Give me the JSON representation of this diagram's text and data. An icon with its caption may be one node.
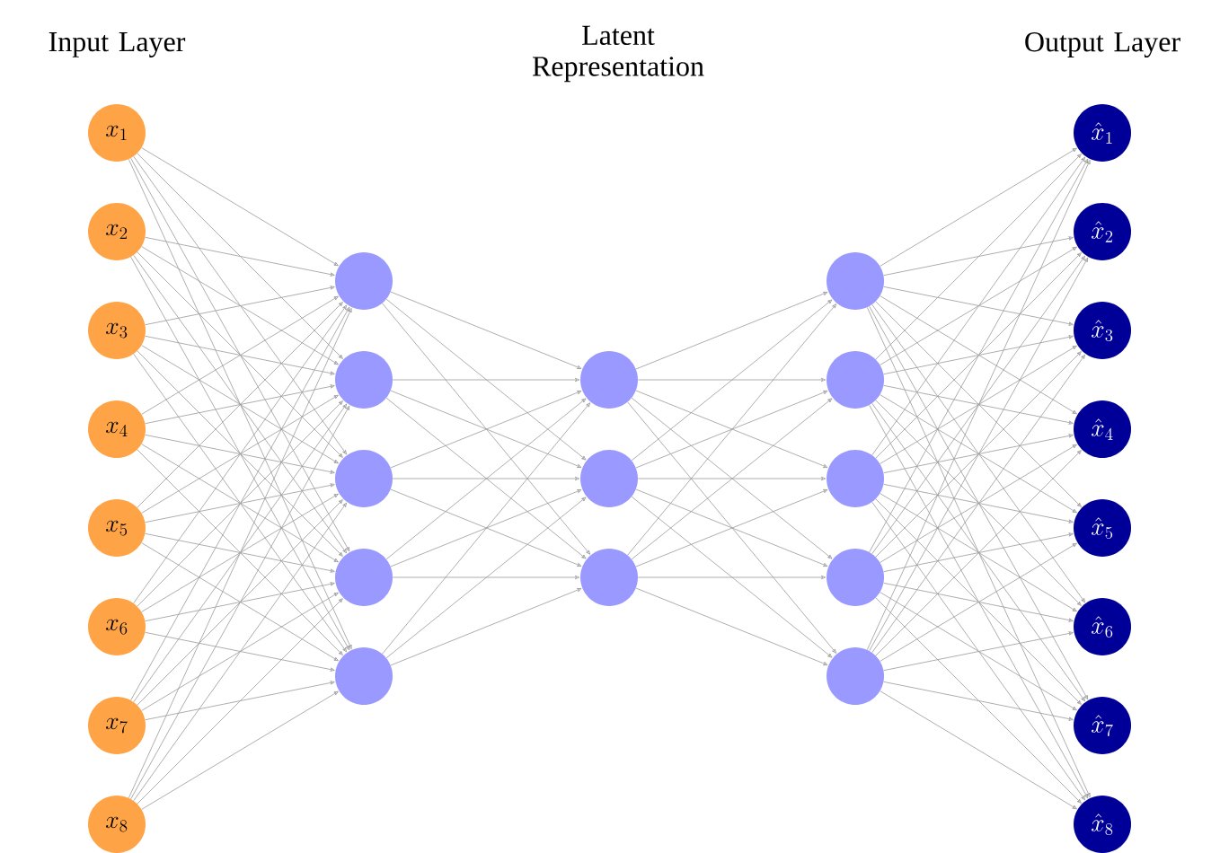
{
  "diagram": {
    "nodes": [
      {
        "text": [
          "x_{1}"
        ]
      },
      {
        "text": [
          "x_{2}"
        ]
      },
      {
        "text": [
          "x_{3}"
        ]
      },
      {
        "text": [
          "x_{4}"
        ]
      },
      {
        "text": [
          "x_{5}"
        ]
      },
      {
        "text": [
          "x_{6}"
        ]
      },
      {
        "text": [
          "x_{7}"
        ]
      },
      {
        "text": [
          "x_{8}"
        ]
      },
      {
        "text": [],
        "shape": "circle"
      },
      {
        "text": [],
        "shape": "circle"
      },
      {
        "text": [],
        "shape": "circle"
      },
      {
        "text": [],
        "shape": "circle"
      },
      {
        "text": [],
        "shape": "circle"
      },
      {
        "text": [],
        "shape": "circle"
      },
      {
        "text": [],
        "shape": "circle"
      },
      {
        "text": [],
        "shape": "circle"
      },
      {
        "text": [],
        "shape": "circle"
      },
      {
        "text": [],
        "shape": "circle"
      },
      {
        "text": [],
        "shape": "circle"
      },
      {
        "text": [],
        "shape": "circle"
      },
      {
        "text": [],
        "shape": "circle"
      },
      {
        "text": [
          "\\hat{x}_{1}"
        ]
      },
      {
        "text": [
          "\\hat{x}_{2}"
        ]
      },
      {
        "text": [
          "\\hat{x}_{3}"
        ]
      },
      {
        "text": [
          "\\hat{x}_{4}"
        ]
      },
      {
        "text": [
          "\\hat{x}_{5}"
        ]
      },
      {
        "text": [
          "\\hat{x}_{6}"
        ]
      },
      {
        "text": [
          "\\hat{x}_{7}"
        ]
      },
      {
        "text": [
          "\\hat{x}_{8}"
        ]
      }
    ],
    "edges": [
      {
        "from": 0,
        "to": 8,
        "arrow": "to"
      },
      {
        "from": 0,
        "to": 9,
        "arrow": "to"
      },
      {
        "from": 0,
        "to": 10,
        "arrow": "to"
      },
      {
        "from": 0,
        "to": 11,
        "arrow": "to"
      },
      {
        "from": 0,
        "to": 12,
        "arrow": "to"
      },
      {
        "from": 1,
        "to": 8,
        "arrow": "to"
      },
      {
        "from": 1,
        "to": 9,
        "arrow": "to"
      },
      {
        "from": 1,
        "to": 10,
        "arrow": "to"
      },
      {
        "from": 1,
        "to": 11,
        "arrow": "to"
      },
      {
        "from": 1,
        "to": 12,
        "arrow": "to"
      },
      {
        "from": 2,
        "to": 8,
        "arrow": "to"
      },
      {
        "from": 2,
        "to": 9,
        "arrow": "to"
      },
      {
        "from": 2,
        "to": 10,
        "arrow": "to"
      },
      {
        "from": 2,
        "to": 11,
        "arrow": "to"
      },
      {
        "from": 2,
        "to": 12,
        "arrow": "to"
      },
      {
        "from": 3,
        "to": 8,
        "arrow": "to"
      },
      {
        "from": 3,
        "to": 9,
        "arrow": "to"
      },
      {
        "from": 3,
        "to": 10,
        "arrow": "to"
      },
      {
        "from": 3,
        "to": 11,
        "arrow": "to"
      },
      {
        "from": 3,
        "to": 12,
        "arrow": "to"
      },
      {
        "from": 4,
        "to": 8,
        "arrow": "to"
      },
      {
        "from": 4,
        "to": 9,
        "arrow": "to"
      },
      {
        "from": 4,
        "to": 10,
        "arrow": "to"
      },
      {
        "from": 4,
        "to": 11,
        "arrow": "to"
      },
      {
        "from": 4,
        "to": 12,
        "arrow": "to"
      },
      {
        "from": 5,
        "to": 8,
        "arrow": "to"
      },
      {
        "from": 5,
        "to": 9,
        "arrow": "to"
      },
      {
        "from": 5,
        "to": 10,
        "arrow": "to"
      },
      {
        "from": 5,
        "to": 11,
        "arrow": "to"
      },
      {
        "from": 5,
        "to": 12,
        "arrow": "to"
      },
      {
        "from": 6,
        "to": 8,
        "arrow": "to"
      },
      {
        "from": 6,
        "to": 9,
        "arrow": "to"
      },
      {
        "from": 6,
        "to": 10,
        "arrow": "to"
      },
      {
        "from": 6,
        "to": 11,
        "arrow": "to"
      },
      {
        "from": 6,
        "to": 12,
        "arrow": "to"
      },
      {
        "from": 7,
        "to": 8,
        "arrow": "to"
      },
      {
        "from": 7,
        "to": 9,
        "arrow": "to"
      },
      {
        "from": 7,
        "to": 10,
        "arrow": "to"
      },
      {
        "from": 7,
        "to": 11,
        "arrow": "to"
      },
      {
        "from": 7,
        "to": 12,
        "arrow": "to"
      },
      {
        "from": 8,
        "to": 13,
        "arrow": "to"
      },
      {
        "from": 8,
        "to": 14,
        "arrow": "to"
      },
      {
        "from": 8,
        "to": 15,
        "arrow": "to"
      },
      {
        "from": 9,
        "to": 13,
        "arrow": "to"
      },
      {
        "from": 9,
        "to": 14,
        "arrow": "to"
      },
      {
        "from": 9,
        "to": 15,
        "arrow": "to"
      },
      {
        "from": 10,
        "to": 13,
        "arrow": "to"
      },
      {
        "from": 10,
        "to": 14,
        "arrow": "to"
      },
      {
        "from": 10,
        "to": 15,
        "arrow": "to"
      },
      {
        "from": 11,
        "to": 13,
        "arrow": "to"
      },
      {
        "from": 11,
        "to": 14,
        "arrow": "to"
      },
      {
        "from": 11,
        "to": 15,
        "arrow": "to"
      },
      {
        "from": 12,
        "to": 13,
        "arrow": "to"
      },
      {
        "from": 12,
        "to": 14,
        "arrow": "to"
      },
      {
        "from": 12,
        "to": 15,
        "arrow": "to"
      },
      {
        "from": 13,
        "to": 16,
        "arrow": "to"
      },
      {
        "from": 13,
        "to": 17,
        "arrow": "to"
      },
      {
        "from": 13,
        "to": 18,
        "arrow": "to"
      },
      {
        "from": 13,
        "to": 19,
        "arrow": "to"
      },
      {
        "from": 13,
        "to": 20,
        "arrow": "to"
      },
      {
        "from": 14,
        "to": 16,
        "arrow": "to"
      },
      {
        "from": 14,
        "to": 17,
        "arrow": "to"
      },
      {
        "from": 14,
        "to": 18,
        "arrow": "to"
      },
      {
        "from": 14,
        "to": 19,
        "arrow": "to"
      },
      {
        "from": 14,
        "to": 20,
        "arrow": "to"
      },
      {
        "from": 15,
        "to": 16,
        "arrow": "to"
      },
      {
        "from": 15,
        "to": 17,
        "arrow": "to"
      },
      {
        "from": 15,
        "to": 18,
        "arrow": "to"
      },
      {
        "from": 15,
        "to": 19,
        "arrow": "to"
      },
      {
        "from": 15,
        "to": 20,
        "arrow": "to"
      },
      {
        "from": 16,
        "to": 21,
        "arrow": "to"
      },
      {
        "from": 16,
        "to": 22,
        "arrow": "to"
      },
      {
        "from": 16,
        "to": 23,
        "arrow": "to"
      },
      {
        "from": 16,
        "to": 24,
        "arrow": "to"
      },
      {
        "from": 16,
        "to": 25,
        "arrow": "to"
      },
      {
        "from": 16,
        "to": 26,
        "arrow": "to"
      },
      {
        "from": 16,
        "to": 27,
        "arrow": "to"
      },
      {
        "from": 16,
        "to": 28,
        "arrow": "to"
      },
      {
        "from": 17,
        "to": 21,
        "arrow": "to"
      },
      {
        "from": 17,
        "to": 22,
        "arrow": "to"
      },
      {
        "from": 17,
        "to": 23,
        "arrow": "to"
      },
      {
        "from": 17,
        "to": 24,
        "arrow": "to"
      },
      {
        "from": 17,
        "to": 25,
        "arrow": "to"
      },
      {
        "from": 17,
        "to": 26,
        "arrow": "to"
      },
      {
        "from": 17,
        "to": 27,
        "arrow": "to"
      },
      {
        "from": 17,
        "to": 28,
        "arrow": "to"
      },
      {
        "from": 18,
        "to": 21,
        "arrow": "to"
      },
      {
        "from": 18,
        "to": 22,
        "arrow": "to"
      },
      {
        "from": 18,
        "to": 23,
        "arrow": "to"
      },
      {
        "from": 18,
        "to": 24,
        "arrow": "to"
      },
      {
        "from": 18,
        "to": 25,
        "arrow": "to"
      },
      {
        "from": 18,
        "to": 26,
        "arrow": "to"
      },
      {
        "from": 18,
        "to": 27,
        "arrow": "to"
      },
      {
        "from": 18,
        "to": 28,
        "arrow": "to"
      },
      {
        "from": 19,
        "to": 21,
        "arrow": "to"
      },
      {
        "from": 19,
        "to": 22,
        "arrow": "to"
      },
      {
        "from": 19,
        "to": 23,
        "arrow": "to"
      },
      {
        "from": 19,
        "to": 24,
        "arrow": "to"
      },
      {
        "from": 19,
        "to": 25,
        "arrow": "to"
      },
      {
        "from": 19,
        "to": 26,
        "arrow": "to"
      },
      {
        "from": 19,
        "to": 27,
        "arrow": "to"
      },
      {
        "from": 19,
        "to": 28,
        "arrow": "to"
      },
      {
        "from": 20,
        "to": 21,
        "arrow": "to"
      },
      {
        "from": 20,
        "to": 22,
        "arrow": "to"
      },
      {
        "from": 20,
        "to": 23,
        "arrow": "to"
      },
      {
        "from": 20,
        "to": 24,
        "arrow": "to"
      },
      {
        "from": 20,
        "to": 25,
        "arrow": "to"
      },
      {
        "from": 20,
        "to": 26,
        "arrow": "to"
      },
      {
        "from": 20,
        "to": 27,
        "arrow": "to"
      },
      {
        "from": 20,
        "to": 28,
        "arrow": "to"
      }
    ],
    "labels": [
      "Input Layer",
      "Latent Representation",
      "Output Layer"
    ]
  }
}
